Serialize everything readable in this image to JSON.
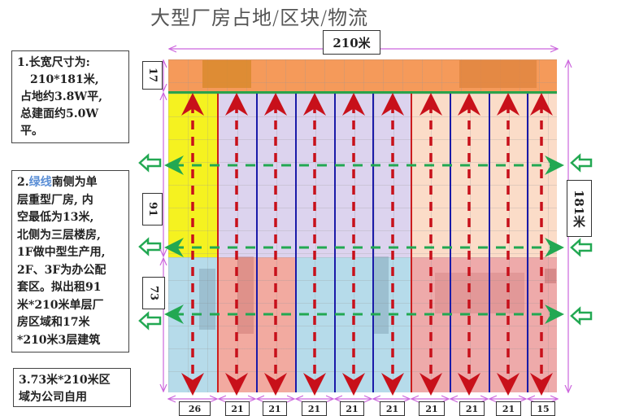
{
  "title": "大型厂房占地/区块/物流",
  "dimensions": {
    "width_label": "210米",
    "height_label": "181米",
    "left_segments": [
      "17",
      "91",
      "73"
    ],
    "bottom_segments": [
      "26",
      "21",
      "21",
      "21",
      "21",
      "21",
      "21",
      "21",
      "21",
      "15"
    ]
  },
  "notes": {
    "note1": {
      "lines": [
        "1.长宽尺寸为:",
        "210*181米,",
        "占地约3.8W平,",
        "总建面约5.0W",
        "平。"
      ]
    },
    "note2": {
      "prefix": "2.",
      "highlight": "绿线",
      "rest_first": "南侧为单",
      "lines": [
        "层重型厂房, 内",
        "空最低为13米,",
        "北侧为三层楼房,",
        "1F做中型生产用,",
        "2F、3F为办公配",
        "套区。拟出租91",
        "米*210米单层厂",
        "房区域和17米",
        "*210米3层建筑"
      ]
    },
    "note3": {
      "lines": [
        "3.73米*210米区",
        "域为公司自用"
      ]
    }
  },
  "colors": {
    "top_band": "#f59a5a",
    "top_band_dark": "#d98a2e",
    "green_line": "#2aa34a",
    "yellow_zone": "#f5f220",
    "lavender_zone": "#dcd3ee",
    "peach_zone": "#fbdcc8",
    "blue_zone": "#b6dbea",
    "salmon_zone": "#f2aaa0",
    "pink_zone": "#f0b0b0",
    "red_divider": "#cc1d1d",
    "blue_divider": "#1a1aa8",
    "arrow_red": "#c8101a",
    "arrow_green": "#22a852",
    "dimension_pink": "#cc66dd"
  },
  "icons": {
    "logistics_vertical": "double-headed-red-dashed-arrow",
    "logistics_horizontal": "double-headed-green-dashed-arrow",
    "entrance": "hollow-green-left-arrow"
  }
}
